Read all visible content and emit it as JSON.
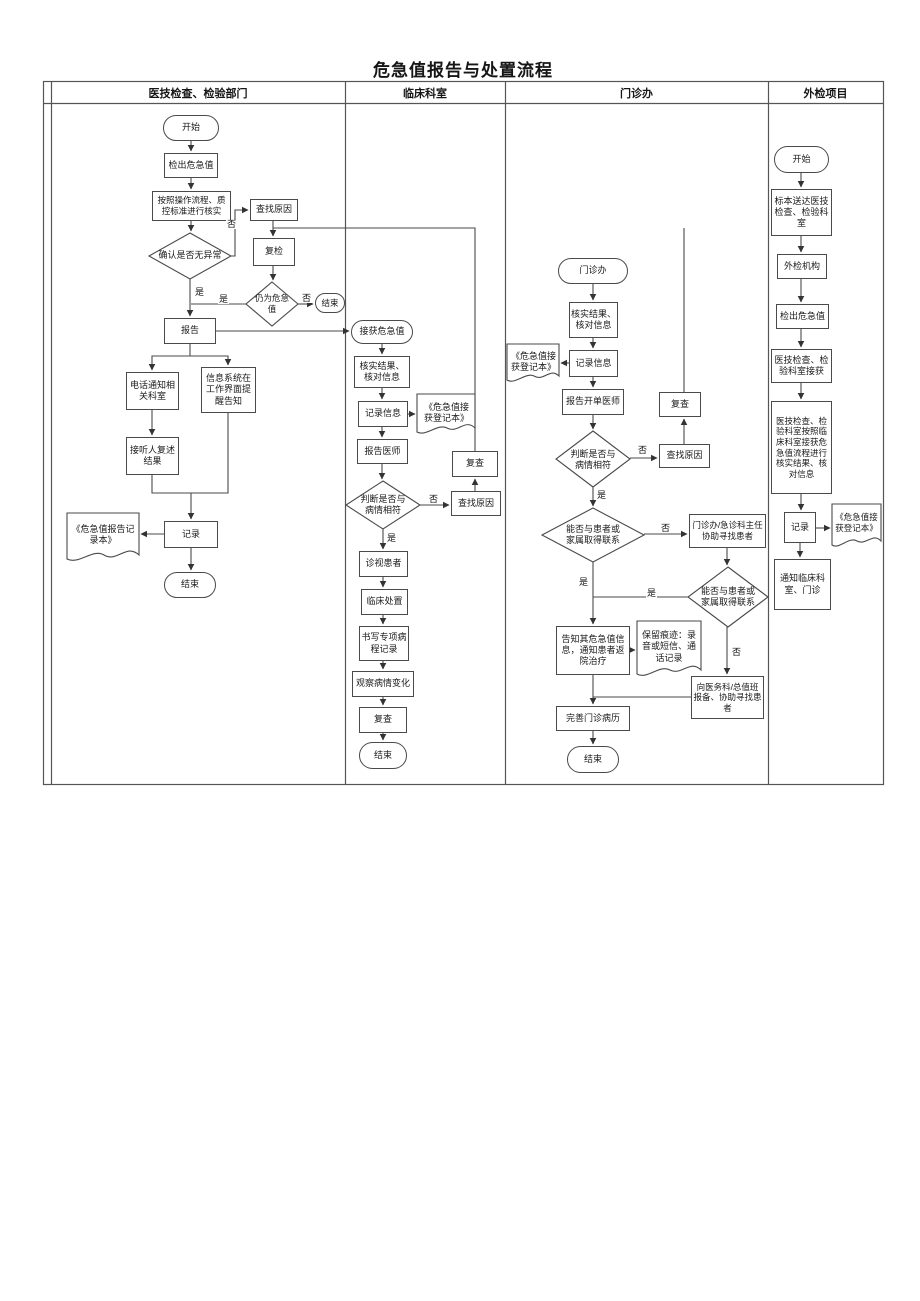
{
  "title": "危急值报告与处置流程",
  "lanes": [
    {
      "label": "医技检查、检验部门"
    },
    {
      "label": "临床科室"
    },
    {
      "label": "门诊办"
    },
    {
      "label": "外检项目"
    }
  ],
  "labels": {
    "yes": "是",
    "no": "否"
  },
  "colors": {
    "ink": "#1a1a1a",
    "line": "#4a4a4a",
    "border": "#555555",
    "background": "#ffffff"
  },
  "nodes": {
    "l1_start": "开始",
    "l1_detect": "检出危急值",
    "l1_verify": "按照操作流程、质控标准进行核实",
    "l1_find_cause": "查找原因",
    "l1_confirm": "确认是否无异常",
    "l1_recheck": "复检",
    "l1_still_critical": "仍为危急值",
    "l1_end_top": "结束",
    "l1_report": "报告",
    "l1_phone": "电话通知相关科室",
    "l1_system": "信息系统在工作界面提醒告知",
    "l1_repeat": "接听人复述结果",
    "l1_record": "记录",
    "l1_record_book": "《危急值报告记录本》",
    "l1_end": "结束",
    "l2_receive": "接获危急值",
    "l2_verify": "核实结果、核对信息",
    "l2_record_info": "记录信息",
    "l2_register_book": "《危急值接获登记本》",
    "l2_report_doctor": "报告医师",
    "l2_judge": "判断是否与病情相符",
    "l2_find_cause": "查找原因",
    "l2_recheck_top": "复查",
    "l2_visit": "诊视患者",
    "l2_treat": "临床处置",
    "l2_write": "书写专项病程记录",
    "l2_observe": "观察病情变化",
    "l2_recheck": "复查",
    "l2_end": "结束",
    "l3_start": "门诊办",
    "l3_verify": "核实结果、核对信息",
    "l3_record_info": "记录信息",
    "l3_register_book": "《危急值接获登记本》",
    "l3_report_doctor": "报告开单医师",
    "l3_recheck": "复查",
    "l3_judge": "判断是否与病情相符",
    "l3_find_cause": "查找原因",
    "l3_contact1": "能否与患者或家属取得联系",
    "l3_assist": "门诊办/急诊科主任协助寻找患者",
    "l3_contact2": "能否与患者或家属取得联系",
    "l3_inform": "告知其危急值信息，通知患者返院治疗",
    "l3_trace": "保留痕迹：录音或短信、通话记录",
    "l3_report_admin": "向医务科/总值班报备、协助寻找患者",
    "l3_complete": "完善门诊病历",
    "l3_end": "结束",
    "l4_start": "开始",
    "l4_sample": "标本送达医技检查、检验科室",
    "l4_external": "外检机构",
    "l4_detect": "检出危急值",
    "l4_receive": "医技检查、检验科室接获",
    "l4_process": "医技检查、检验科室按照临床科室接获危急值流程进行核实结果、核对信息",
    "l4_record": "记录",
    "l4_register_book": "《危急值接获登记本》",
    "l4_notify": "通知临床科室、门诊"
  }
}
